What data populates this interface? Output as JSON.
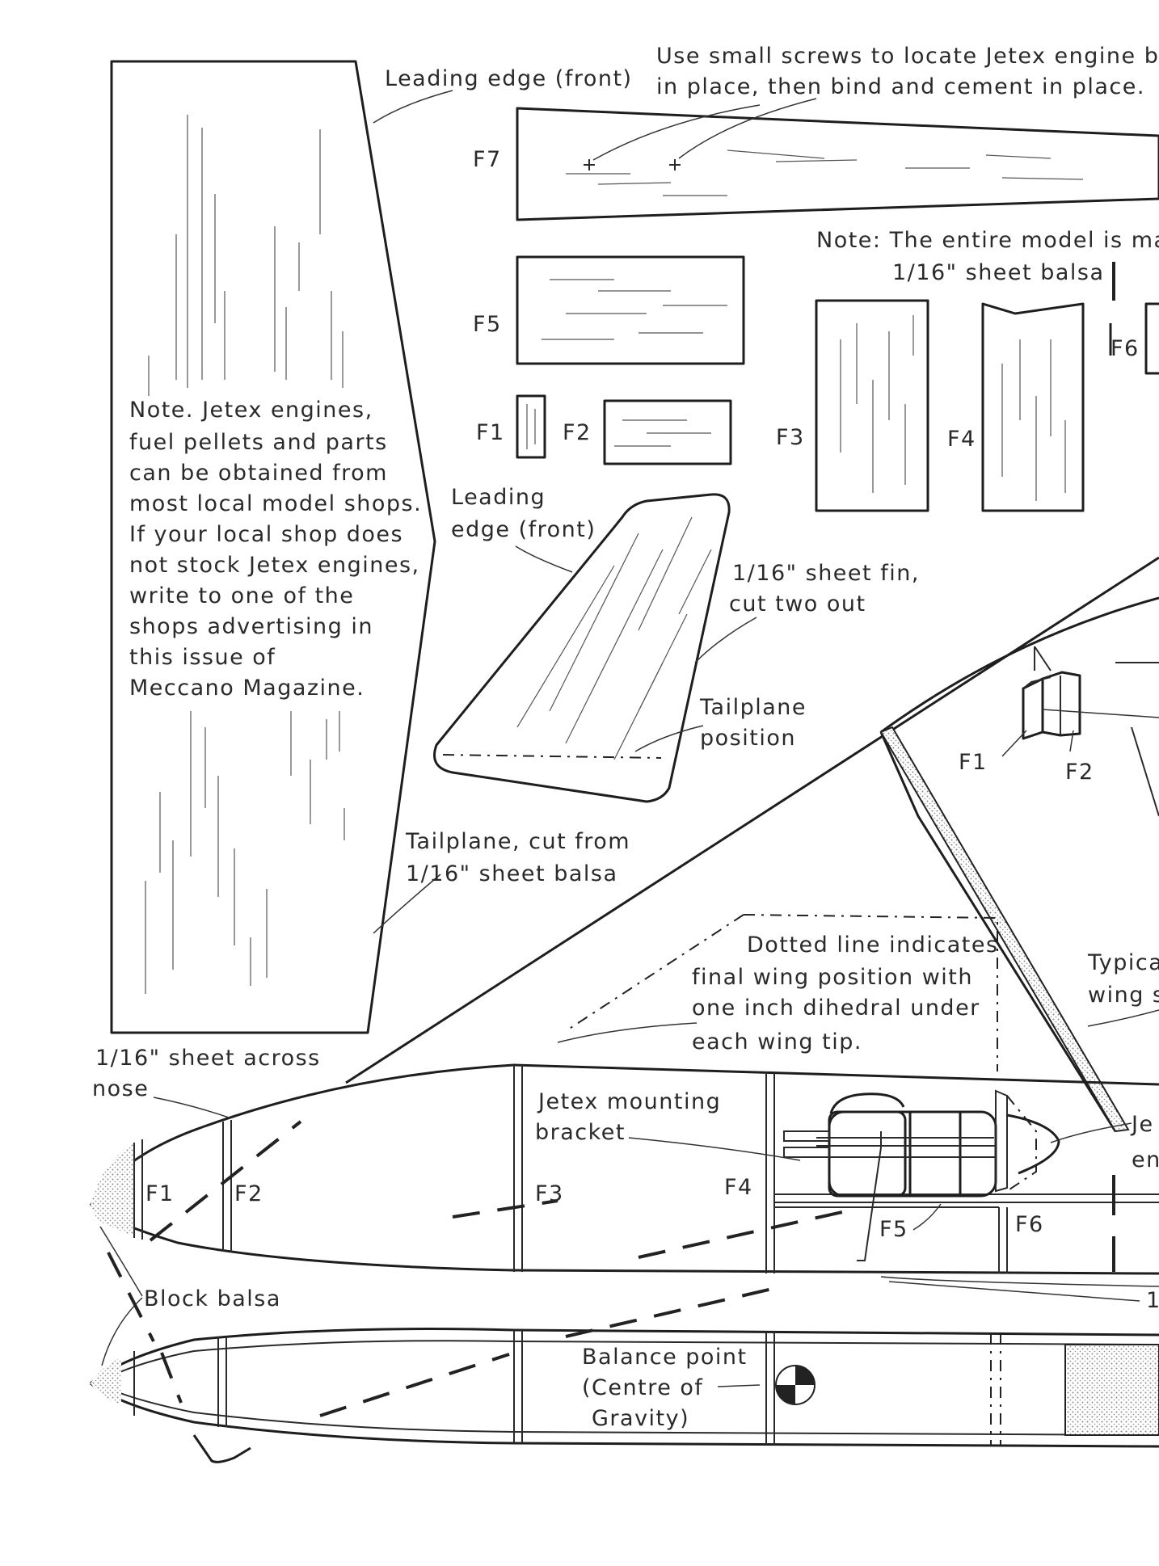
{
  "colors": {
    "ink": "#1e1e1e",
    "paper": "#ffffff",
    "stipple": "#9a9a9a"
  },
  "labels": {
    "screws_note_line1": "Use small screws to locate Jetex engine bra",
    "screws_note_line2": "in place, then bind and cement in place.",
    "leading_edge_wing": "Leading edge (front)",
    "f7": "F7",
    "model_note_line1": "Note: The entire model is mac",
    "model_note_line2": "1/16\" sheet balsa",
    "f5": "F5",
    "f6_part": "F6",
    "f1": "F1",
    "f2": "F2",
    "f3": "F3",
    "f4": "F4",
    "jetex_note": [
      "Note. Jetex engines,",
      "fuel pellets and parts",
      "can be obtained from",
      "most local model shops.",
      "If your local shop does",
      "not stock Jetex engines,",
      "write to one of the",
      "shops advertising in",
      "this issue of",
      "Meccano Magazine."
    ],
    "leading_edge_fin_line1": "Leading",
    "leading_edge_fin_line2": "edge (front)",
    "fin_note_line1": "1/16\" sheet fin,",
    "fin_note_line2": "cut two out",
    "tailplane_pos_line1": "Tailplane",
    "tailplane_pos_line2": "position",
    "f1_iso": "F1",
    "f2_iso": "F2",
    "tailplane_cut_line1": "Tailplane, cut from",
    "tailplane_cut_line2": "1/16\" sheet balsa",
    "dotted_note": [
      "Dotted line indicates",
      "final wing position with",
      "one inch dihedral under",
      "each wing tip."
    ],
    "typical_line1": "Typica",
    "typical_line2": "wing s",
    "nose_sheet_line1": "1/16\" sheet across",
    "nose_sheet_line2": "nose",
    "jetex_bracket_line1": "Jetex mounting",
    "jetex_bracket_line2": "bracket",
    "fus_f1": "F1",
    "fus_f2": "F2",
    "fus_f3": "F3",
    "fus_f4": "F4",
    "fus_f5": "F5",
    "fus_f6": "F6",
    "je_line1": "Je",
    "je_line2": "en",
    "block_balsa": "Block balsa",
    "one_cut": "1",
    "balance_line1": "Balance point",
    "balance_line2": "(Centre of",
    "balance_line3": "Gravity)"
  }
}
